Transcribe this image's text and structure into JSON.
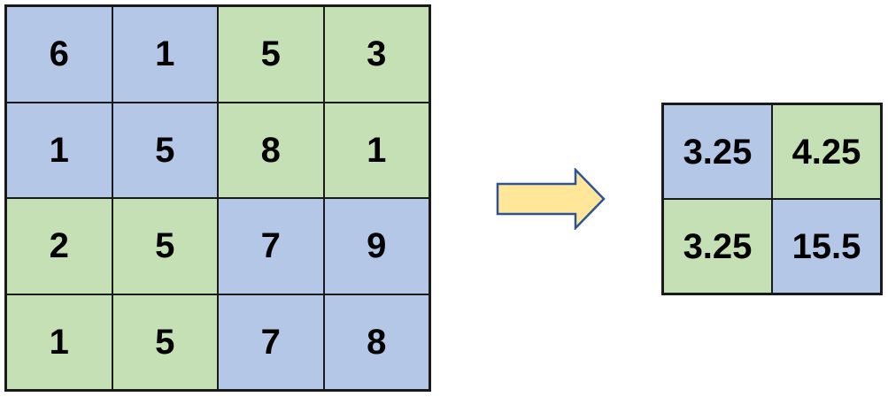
{
  "colors": {
    "blue": "#B4C7E7",
    "green": "#C5E0B4",
    "arrow-fill": "#FFE699",
    "arrow-border": "#2F5496",
    "border": "#1A1A1A"
  },
  "input_grid": {
    "rows": 4,
    "cols": 4,
    "cells": [
      [
        {
          "value": "6",
          "color": "blue"
        },
        {
          "value": "1",
          "color": "blue"
        },
        {
          "value": "5",
          "color": "green"
        },
        {
          "value": "3",
          "color": "green"
        }
      ],
      [
        {
          "value": "1",
          "color": "blue"
        },
        {
          "value": "5",
          "color": "blue"
        },
        {
          "value": "8",
          "color": "green"
        },
        {
          "value": "1",
          "color": "green"
        }
      ],
      [
        {
          "value": "2",
          "color": "green"
        },
        {
          "value": "5",
          "color": "green"
        },
        {
          "value": "7",
          "color": "blue"
        },
        {
          "value": "9",
          "color": "blue"
        }
      ],
      [
        {
          "value": "1",
          "color": "green"
        },
        {
          "value": "5",
          "color": "green"
        },
        {
          "value": "7",
          "color": "blue"
        },
        {
          "value": "8",
          "color": "blue"
        }
      ]
    ]
  },
  "output_grid": {
    "rows": 2,
    "cols": 2,
    "cells": [
      [
        {
          "value": "3.25",
          "color": "blue"
        },
        {
          "value": "4.25",
          "color": "green"
        }
      ],
      [
        {
          "value": "3.25",
          "color": "green"
        },
        {
          "value": "15.5",
          "color": "blue"
        }
      ]
    ]
  },
  "arrow": {
    "direction": "right"
  }
}
